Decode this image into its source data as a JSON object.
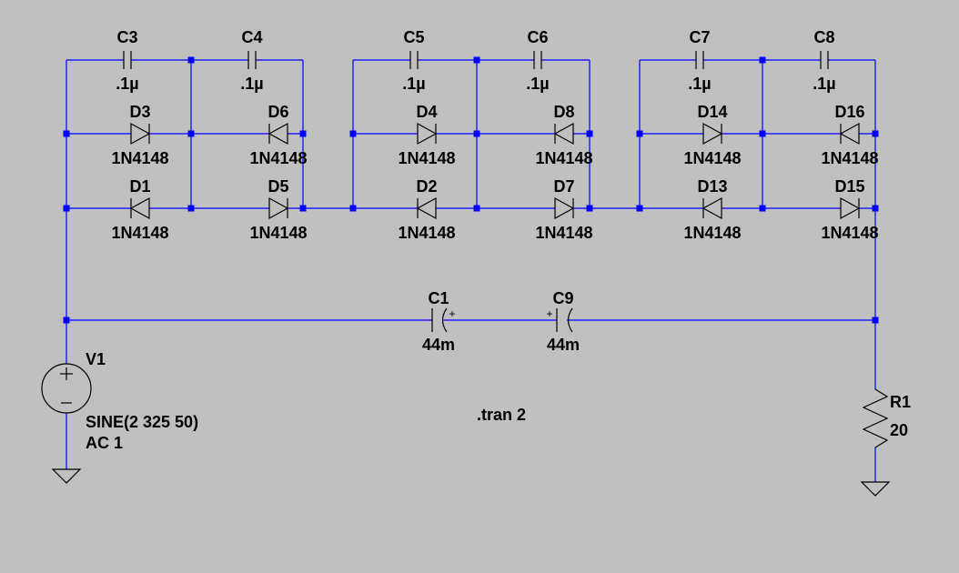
{
  "colors": {
    "background": "#c0c0c0",
    "wire": "#0000ff",
    "component": "#000000",
    "text": "#000000"
  },
  "small_caps": [
    {
      "name": "C3",
      "value": ".1µ"
    },
    {
      "name": "C4",
      "value": ".1µ"
    },
    {
      "name": "C5",
      "value": ".1µ"
    },
    {
      "name": "C6",
      "value": ".1µ"
    },
    {
      "name": "C7",
      "value": ".1µ"
    },
    {
      "name": "C8",
      "value": ".1µ"
    }
  ],
  "diodes": [
    {
      "name": "D3",
      "model": "1N4148"
    },
    {
      "name": "D6",
      "model": "1N4148"
    },
    {
      "name": "D1",
      "model": "1N4148"
    },
    {
      "name": "D5",
      "model": "1N4148"
    },
    {
      "name": "D4",
      "model": "1N4148"
    },
    {
      "name": "D8",
      "model": "1N4148"
    },
    {
      "name": "D2",
      "model": "1N4148"
    },
    {
      "name": "D7",
      "model": "1N4148"
    },
    {
      "name": "D14",
      "model": "1N4148"
    },
    {
      "name": "D16",
      "model": "1N4148"
    },
    {
      "name": "D13",
      "model": "1N4148"
    },
    {
      "name": "D15",
      "model": "1N4148"
    }
  ],
  "elec_caps": [
    {
      "name": "C1",
      "value": "44m"
    },
    {
      "name": "C9",
      "value": "44m"
    }
  ],
  "source": {
    "name": "V1",
    "value_line1": "SINE(2 325 50)",
    "value_line2": "AC 1"
  },
  "resistor": {
    "name": "R1",
    "value": "20"
  },
  "directive": ".tran 2"
}
